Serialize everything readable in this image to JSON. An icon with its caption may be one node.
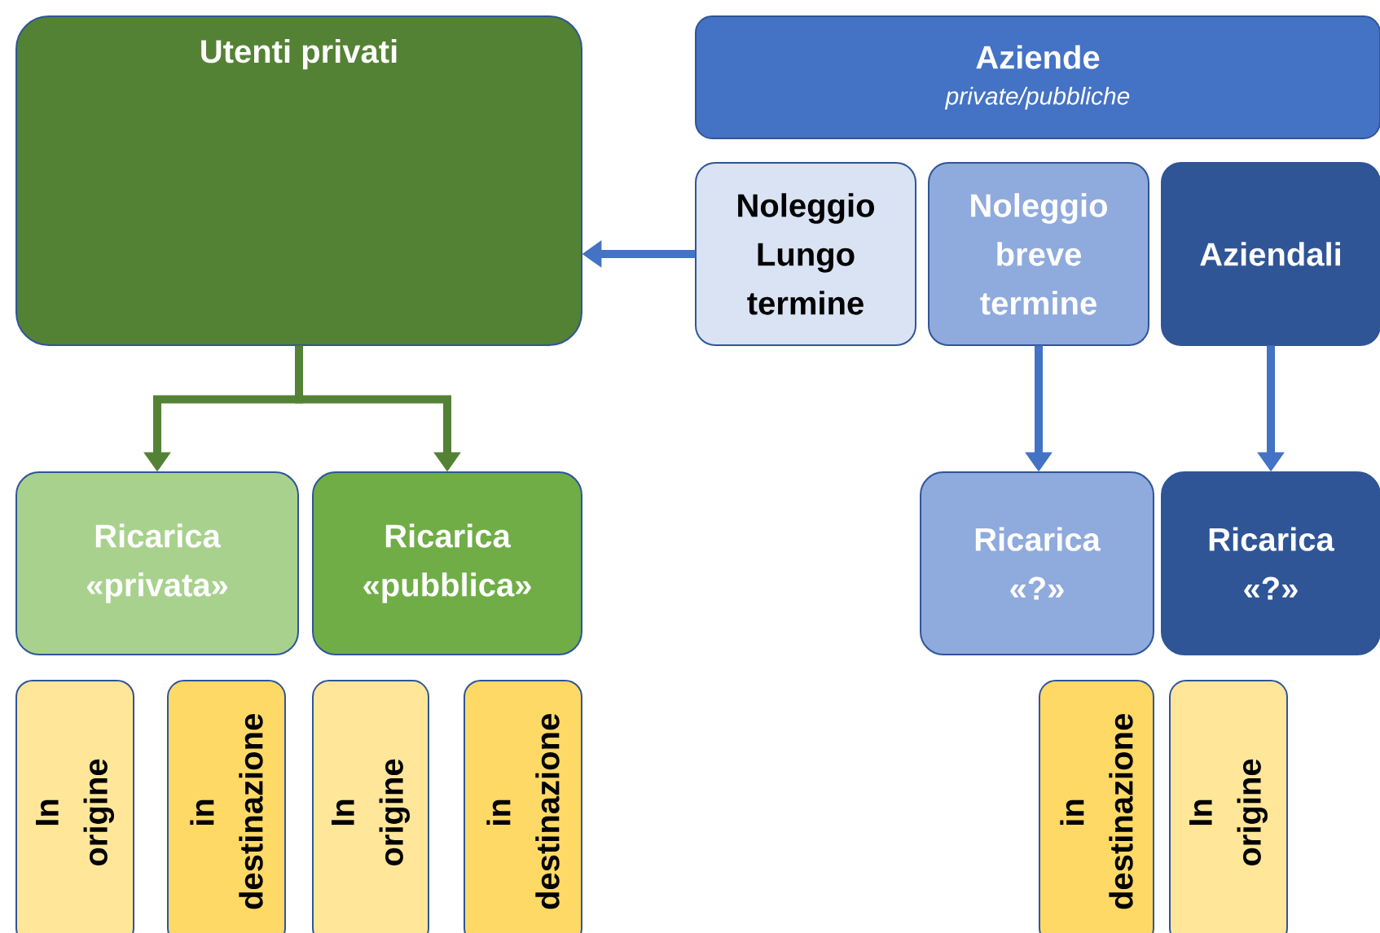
{
  "diagram": {
    "nodes": [
      {
        "text": [
          "Utenti privati"
        ]
      },
      {
        "text": [
          "Aziende",
          "private/pubbliche"
        ]
      },
      {
        "text": [
          "Noleggio Lungo termine"
        ]
      },
      {
        "text": [
          "Noleggio breve termine"
        ]
      },
      {
        "text": [
          "Aziendali"
        ]
      },
      {
        "text": [
          "Ricarica «privata»"
        ]
      },
      {
        "text": [
          "Ricarica «pubblica»"
        ]
      },
      {
        "text": [
          "Ricarica «?»"
        ]
      },
      {
        "text": [
          "Ricarica «?»"
        ]
      },
      {
        "text": [
          "In origine"
        ]
      },
      {
        "text": [
          "in destinazione"
        ]
      },
      {
        "text": [
          "In origine"
        ]
      },
      {
        "text": [
          "in destinazione"
        ]
      },
      {
        "text": [
          "in destinazione"
        ]
      },
      {
        "text": [
          "In origine"
        ]
      }
    ],
    "edges": [
      {
        "from": 2,
        "to": 0,
        "arrow": "to"
      },
      {
        "from": 0,
        "to": 5,
        "arrow": "to",
        "color": "#548235"
      },
      {
        "from": 0,
        "to": 6,
        "arrow": "to",
        "color": "#548235"
      },
      {
        "from": 3,
        "to": 7,
        "arrow": "to"
      },
      {
        "from": 4,
        "to": 8,
        "arrow": "to"
      }
    ]
  }
}
